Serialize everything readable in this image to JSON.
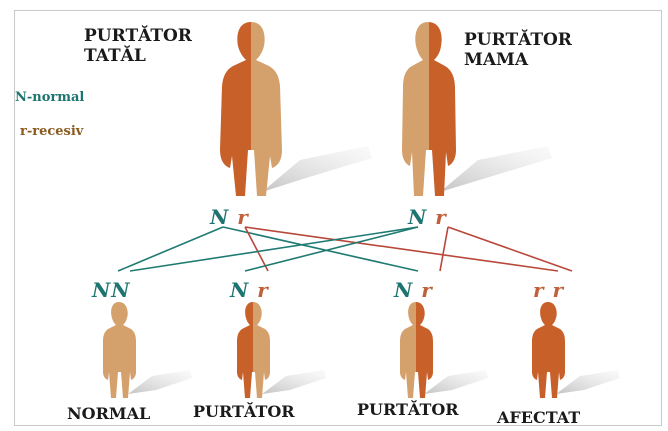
{
  "parents": {
    "father": {
      "label": "PURTĂTOR\nTATĂL",
      "alleles": [
        "N",
        "r"
      ]
    },
    "mother": {
      "label": "PURTĂTOR\nMAMA",
      "alleles": [
        "N",
        "r"
      ]
    }
  },
  "legend": {
    "normal": "N-normal",
    "recessive": "r-recesiv"
  },
  "children": [
    {
      "alleles": [
        "N",
        "N"
      ],
      "label": "NORMAL"
    },
    {
      "alleles": [
        "N",
        "r"
      ],
      "label": "PURTĂTOR"
    },
    {
      "alleles": [
        "N",
        "r"
      ],
      "label": "PURTĂTOR"
    },
    {
      "alleles": [
        "r",
        "r"
      ],
      "label": "AFECTAT"
    }
  ],
  "colors": {
    "allele_N": "#1e7470",
    "allele_r": "#c0603a",
    "body_normal": "#d4a06c",
    "body_affected": "#c8602a",
    "line_N": "#1f7a72",
    "line_r": "#b8483a",
    "shadow": "#cfcfcf"
  }
}
